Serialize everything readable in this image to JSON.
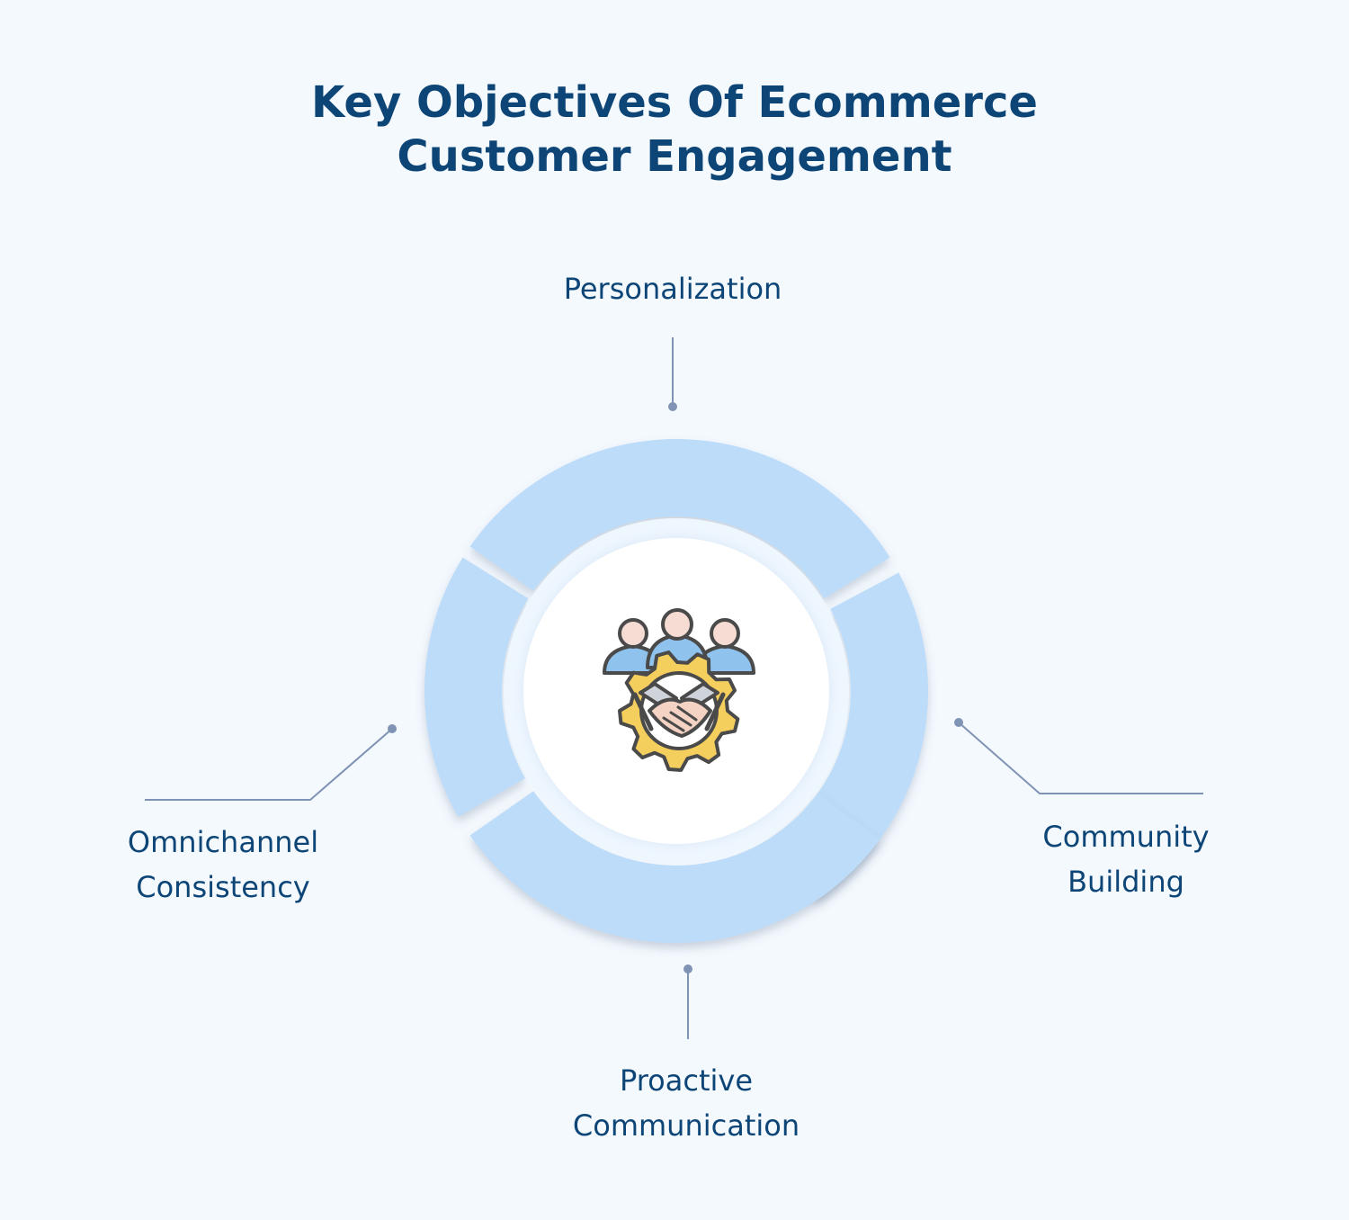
{
  "title": {
    "line1": "Key Objectives Of Ecommerce",
    "line2": "Customer Engagement"
  },
  "objectives": {
    "top": {
      "line1": "Personalization"
    },
    "right": {
      "line1": "Community",
      "line2": "Building"
    },
    "bottom": {
      "line1": "Proactive",
      "line2": "Communication"
    },
    "left": {
      "line1": "Omnichannel",
      "line2": "Consistency"
    }
  },
  "center_icon": "handshake-gear-team-icon",
  "colors": {
    "background": "#f4f9fe",
    "text": "#0d4577",
    "segment": "#bcdcf9",
    "connector": "#7f93b4",
    "center": "#ffffff"
  }
}
